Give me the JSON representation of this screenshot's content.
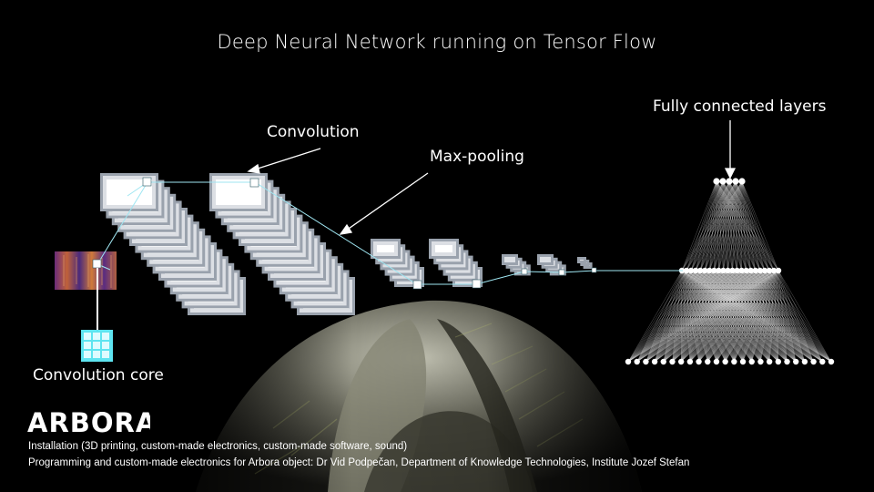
{
  "title": "Deep Neural Network running on Tensor Flow",
  "labels": {
    "convolution": "Convolution",
    "max_pooling": "Max-pooling",
    "fully_connected": "Fully connected layers",
    "convolution_core": "Convolution core"
  },
  "brand": {
    "logo_text": "ARBORA"
  },
  "credits": [
    "Installation (3D printing, custom-made electronics, custom-made software, sound)",
    "Programming and custom-made electronics for Arbora object: Dr Vid Podpečan, Department of Knowledge Technologies, Institute Jozef Stefan"
  ],
  "network": {
    "fc_layers": [
      5,
      22,
      24
    ]
  },
  "colors": {
    "background": "#000000",
    "connector": "#9fe6f2",
    "core_grid": "#5ee4f0",
    "text": "#ffffff"
  }
}
